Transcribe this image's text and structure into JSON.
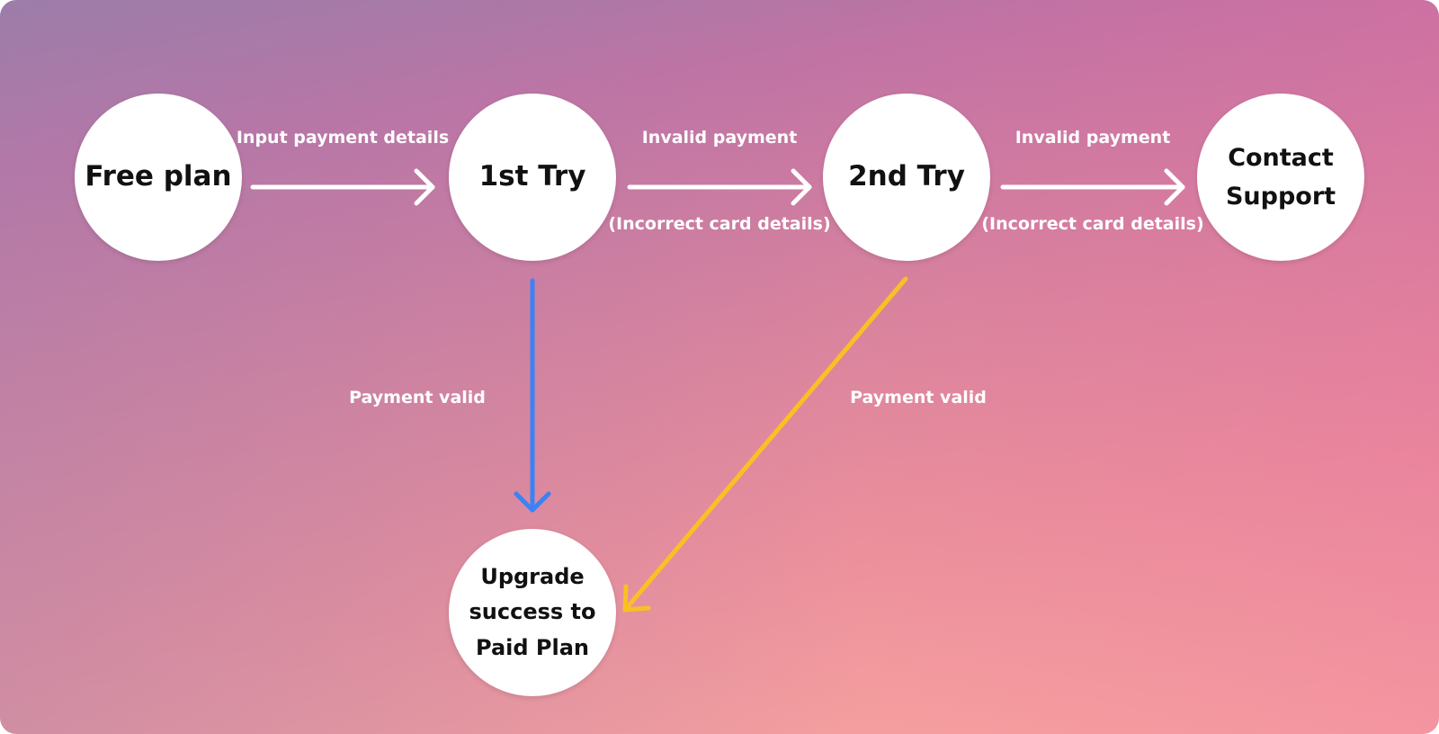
{
  "nodes": {
    "free_plan": "Free plan",
    "first_try": "1st Try",
    "second_try": "2nd Try",
    "contact_support": "Contact\nSupport",
    "paid_plan": "Upgrade\nsuccess to\nPaid Plan"
  },
  "edges": {
    "free_to_first": "Input payment details",
    "first_to_second_top": "Invalid payment",
    "first_to_second_bottom": "(Incorrect card details)",
    "second_to_contact_top": "Invalid payment",
    "second_to_contact_bottom": "(Incorrect card details)",
    "first_to_paid": "Payment valid",
    "second_to_paid": "Payment valid"
  },
  "colors": {
    "arrow_default": "#ffffff",
    "arrow_first_valid": "#3b82f6",
    "arrow_second_valid": "#fbbf24"
  }
}
